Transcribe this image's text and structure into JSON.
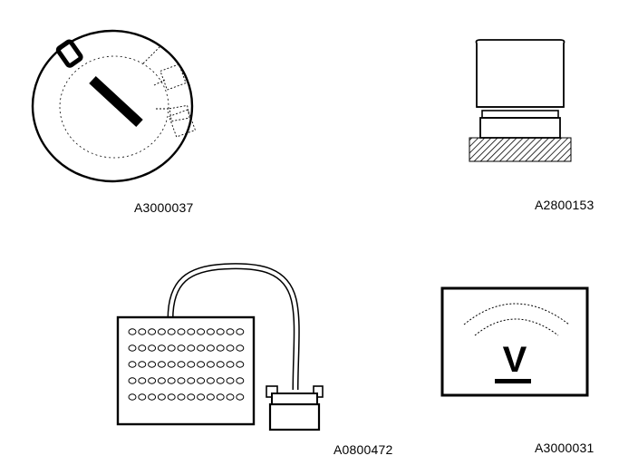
{
  "figures": {
    "ignition_switch": {
      "caption": "A3000037",
      "icon": "ignition-key-switch-icon"
    },
    "component_on_ground": {
      "caption": "A2800153",
      "icon": "grounded-component-icon"
    },
    "breakout_box": {
      "caption": "A0800472",
      "icon": "breakout-box-icon"
    },
    "voltmeter": {
      "caption": "A3000031",
      "icon": "voltmeter-icon",
      "symbol": "V"
    }
  },
  "colors": {
    "ink": "#000000",
    "paper": "#ffffff"
  }
}
